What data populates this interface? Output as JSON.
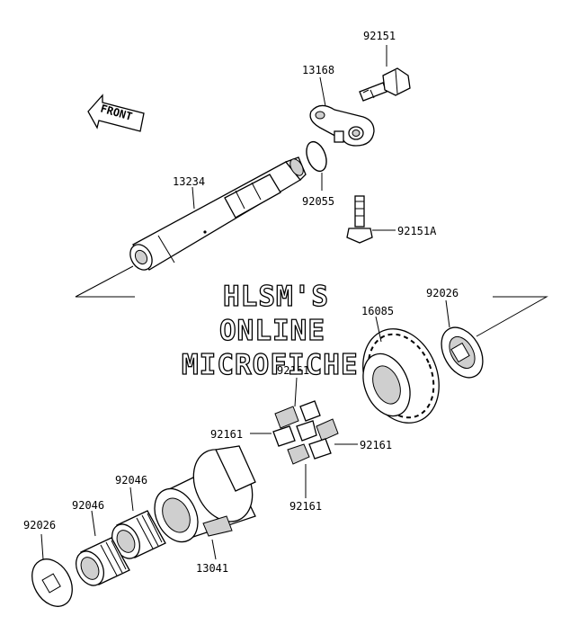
{
  "watermark": {
    "line1": "HLSM'S",
    "line2": "ONLINE",
    "line3": "MICROFICHE"
  },
  "front_arrow": {
    "text": "FRONT"
  },
  "parts": {
    "p92151": "92151",
    "p13168": "13168",
    "p13234": "13234",
    "p92055": "92055",
    "p92151A": "92151A",
    "p92026_right": "92026",
    "p16085": "16085",
    "p92161_top": "92161",
    "p92161_left": "92161",
    "p92161_right": "92161",
    "p92161_bottom": "92161",
    "p92046_upper": "92046",
    "p92046_lower": "92046",
    "p92026_left": "92026",
    "p13041": "13041"
  }
}
